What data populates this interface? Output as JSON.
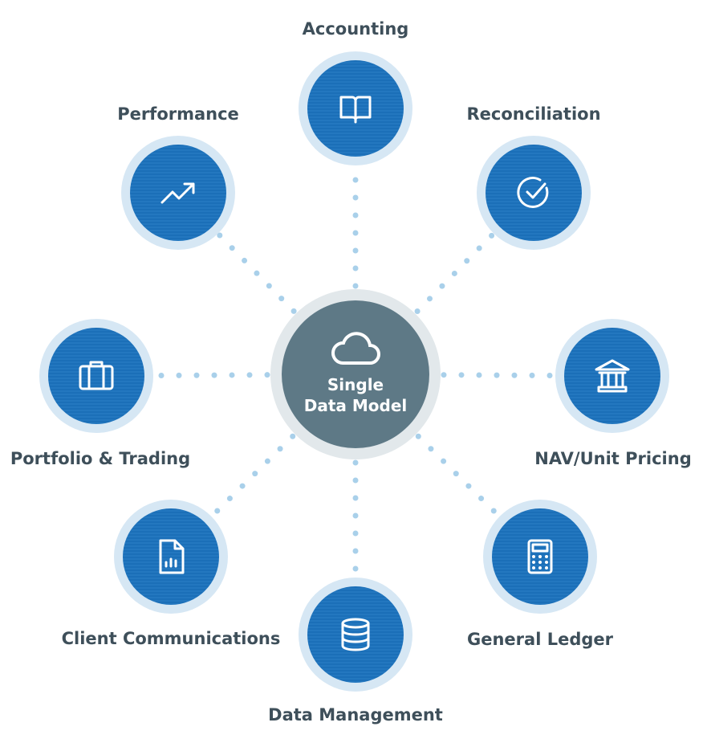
{
  "center": {
    "title": "Single Data Model",
    "icon": "cloud-icon"
  },
  "colors": {
    "node": "#1b6fb8",
    "ring": "#d6e7f4",
    "center": "#5e7986",
    "dot": "#a9d0ea",
    "text": "#3e4f5a"
  },
  "nodes": [
    {
      "label": "Accounting",
      "icon": "book-icon"
    },
    {
      "label": "Reconciliation",
      "icon": "check-circle-icon"
    },
    {
      "label": "NAV/Unit Pricing",
      "icon": "bank-icon"
    },
    {
      "label": "General Ledger",
      "icon": "calculator-icon"
    },
    {
      "label": "Data Management",
      "icon": "database-icon"
    },
    {
      "label": "Client Communications",
      "icon": "report-icon"
    },
    {
      "label": "Portfolio & Trading",
      "icon": "briefcase-icon"
    },
    {
      "label": "Performance",
      "icon": "trend-up-icon"
    }
  ]
}
